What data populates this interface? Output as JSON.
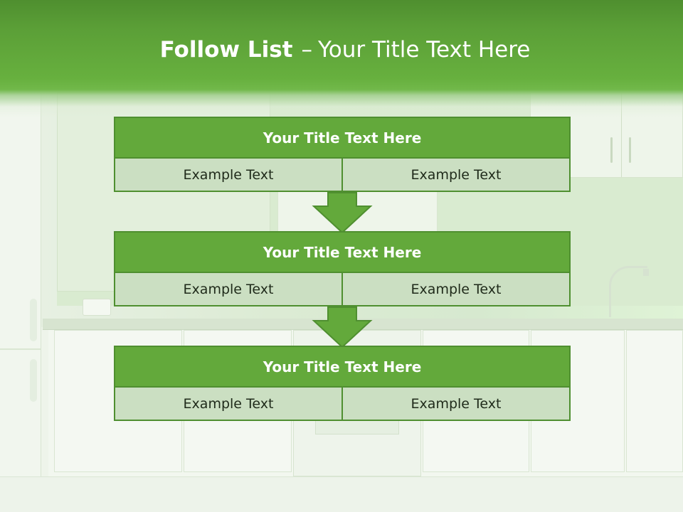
{
  "slide": {
    "title_bold": "Follow List",
    "title_dash": "–",
    "title_rest": "Your Title Text Here"
  },
  "steps": [
    {
      "title": "Your Title Text Here",
      "left": "Example Text",
      "right": "Example Text"
    },
    {
      "title": "Your Title Text Here",
      "left": "Example Text",
      "right": "Example Text"
    },
    {
      "title": "Your Title Text Here",
      "left": "Example Text",
      "right": "Example Text"
    }
  ],
  "colors": {
    "header_green": "#63a93b",
    "border_green": "#4f8f30",
    "cell_fill": "#cbdfc2",
    "arrow_fill": "#63a93b"
  },
  "icons": {
    "connector": "down-arrow-icon"
  }
}
